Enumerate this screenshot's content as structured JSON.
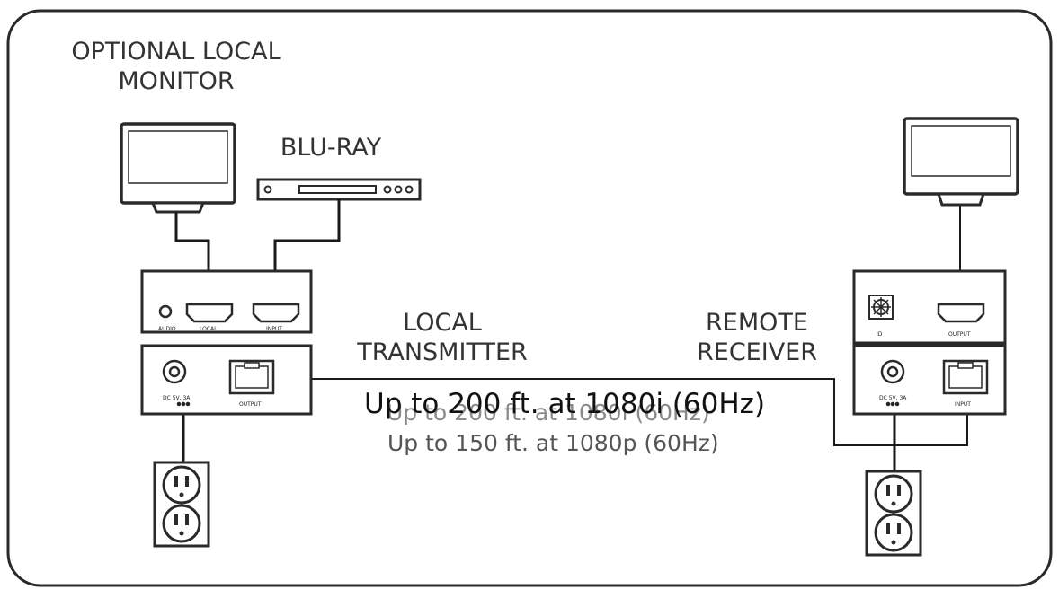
{
  "labels": {
    "local_monitor_line1": "OPTIONAL LOCAL",
    "local_monitor_line2": "MONITOR",
    "bluray": "BLU-RAY",
    "transmitter_line1": "LOCAL",
    "transmitter_line2": "TRANSMITTER",
    "receiver_line1": "REMOTE",
    "receiver_line2": "RECEIVER"
  },
  "ports": {
    "tx_audio": "AUDIO",
    "tx_local": "LOCAL",
    "tx_input": "INPUT",
    "tx_dc": "DC 5V, 3A",
    "tx_output": "OUTPUT",
    "rx_id": "ID",
    "rx_output": "OUTPUT",
    "rx_dc": "DC 5V, 3A",
    "rx_input": "INPUT"
  },
  "distance": {
    "line_1080i": "Up to 200 ft. at 1080i (60Hz)",
    "line_1080p": "Up to 150 ft. at 1080p (60Hz)"
  }
}
